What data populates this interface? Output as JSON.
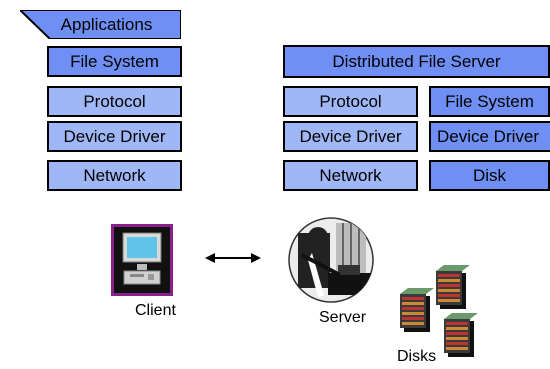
{
  "client_stack": {
    "applications": "Applications",
    "file_system": "File System",
    "protocol": "Protocol",
    "device_driver": "Device Driver",
    "network": "Network"
  },
  "server_stack": {
    "distributed_file_server": "Distributed File Server",
    "protocol": "Protocol",
    "file_system": "File System",
    "device_driver_left": "Device Driver",
    "device_driver_right": "Device Driver",
    "network": "Network",
    "disk": "Disk"
  },
  "labels": {
    "client": "Client",
    "server": "Server",
    "disks": "Disks"
  },
  "colors": {
    "dark_box": "#6f8ff5",
    "light_box": "#9fb7f7",
    "client_frame": "#8a1f8e",
    "monitor_screen": "#5fc4e8"
  },
  "icons": [
    "computer-icon",
    "double-arrow-icon",
    "server-person-icon",
    "disk-stack-icon"
  ]
}
